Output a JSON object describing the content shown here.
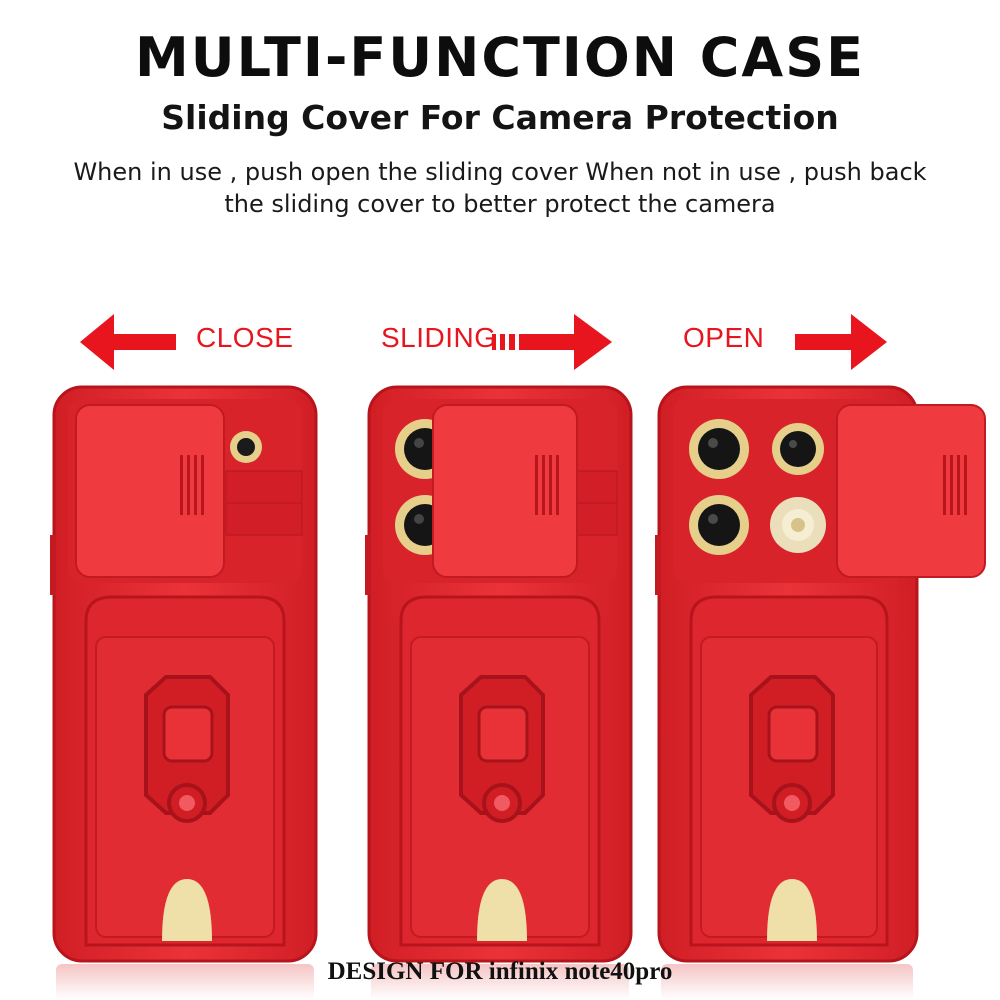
{
  "header": {
    "title": "MULTI-FUNCTION CASE",
    "subtitle": "Sliding Cover For Camera Protection",
    "description_line1": "When in use , push open the sliding cover When not in use , push back",
    "description_line2": "the sliding cover to better protect the camera"
  },
  "states": [
    {
      "label": "CLOSE",
      "arrow_direction": "left"
    },
    {
      "label": "SLIDING",
      "arrow_direction": "right"
    },
    {
      "label": "OPEN",
      "arrow_direction": "right"
    }
  ],
  "footer": {
    "text": "DESIGN FOR infinix note40pro"
  },
  "colors": {
    "case_red": "#e52a30",
    "case_dark": "#c81a22",
    "label_red": "#e8141e",
    "lens_gold": "#e8d59a"
  }
}
